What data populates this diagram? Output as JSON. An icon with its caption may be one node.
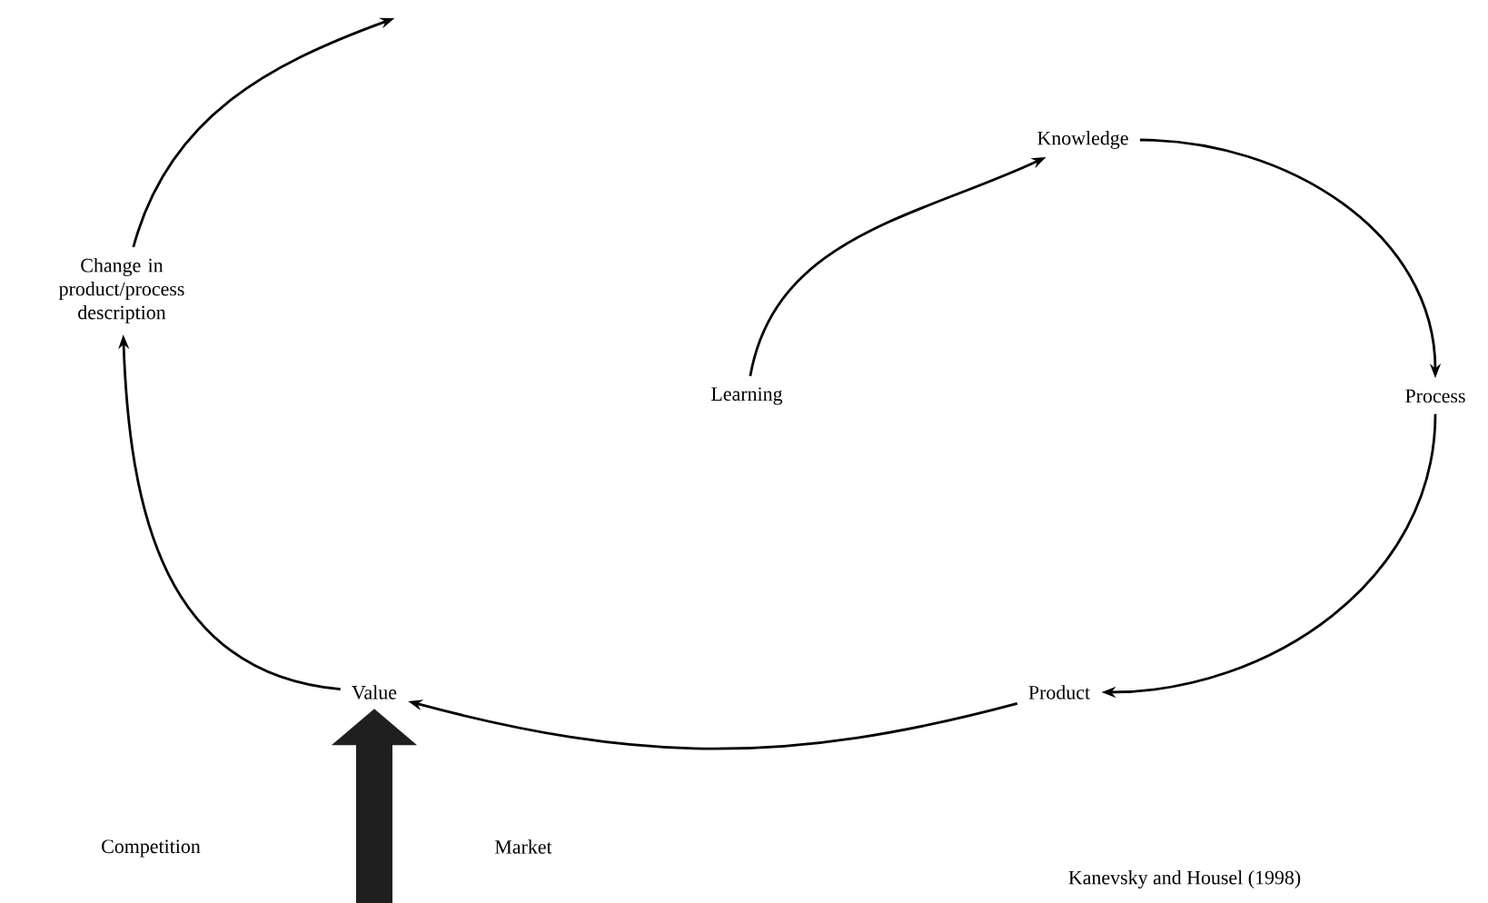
{
  "diagram": {
    "nodes": [
      {
        "text": [
          "Change in product/process description"
        ]
      },
      {
        "text": [
          "Learning"
        ]
      },
      {
        "text": [
          "Knowledge"
        ]
      },
      {
        "text": [
          "Process"
        ]
      },
      {
        "text": [
          "Product"
        ]
      },
      {
        "text": [
          "Value"
        ]
      }
    ],
    "edges": [
      {
        "from": 1,
        "to": 2,
        "arrow": "to"
      },
      {
        "from": 2,
        "to": 3,
        "arrow": "to"
      },
      {
        "from": 3,
        "to": 4,
        "arrow": "to"
      },
      {
        "from": 4,
        "to": 5,
        "arrow": "to"
      },
      {
        "from": 5,
        "to": 0,
        "arrow": "to"
      },
      {
        "from": 0,
        "to": null,
        "arrow": "to"
      },
      {
        "from": null,
        "to": 5,
        "arrow": "to",
        "style": "thick"
      }
    ],
    "labels": [
      "Competition",
      "Market",
      "Kanevsky and Housel (1998)"
    ]
  }
}
